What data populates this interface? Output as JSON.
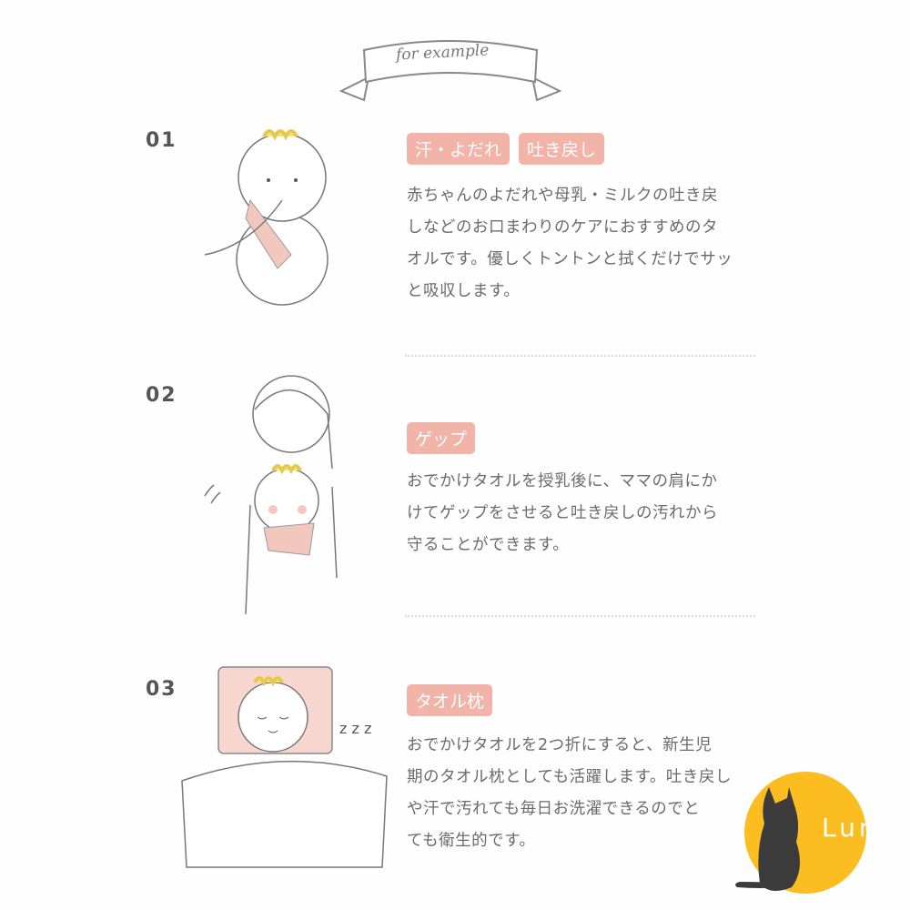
{
  "banner": {
    "label": "for example"
  },
  "sections": [
    {
      "number": "01",
      "tags": [
        "汗・よだれ",
        "吐き戻し"
      ],
      "text": "赤ちゃんのよだれや母乳・ミルクの吐き戻\nしなどのお口まわりのケアにおすすめのタ\nオルです。優しくトントンと拭くだけでサッ\nと吸収します。"
    },
    {
      "number": "02",
      "tags": [
        "ゲップ"
      ],
      "text": "おでかけタオルを授乳後に、ママの肩にか\nけてゲップをさせると吐き戻しの汚れから\n守ることができます。"
    },
    {
      "number": "03",
      "tags": [
        "タオル枕"
      ],
      "text": "おでかけタオルを2つ折にすると、新生児\n期のタオル枕としても活躍します。吐き戻し\nや汗で汚れても毎日お洗濯できるのでと\nても衛生的です。"
    }
  ],
  "watermark": {
    "text": "Luna",
    "circle_color": "#fbbd1f",
    "cat_color": "#3c3c3c"
  },
  "colors": {
    "tag_bg": "#f2b3a8",
    "text": "#6b6b6b",
    "hair": "#f5e27a"
  }
}
